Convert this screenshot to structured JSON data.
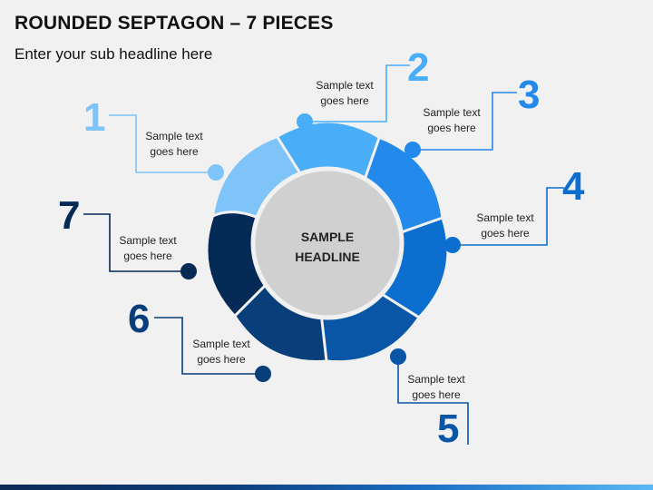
{
  "title": "ROUNDED SEPTAGON – 7 PIECES",
  "subtitle": "Enter your sub headline here",
  "center": {
    "line1": "SAMPLE",
    "line2": "HEADLINE"
  },
  "pieces": [
    {
      "number": "1",
      "line1": "Sample text",
      "line2": "goes here",
      "color": "#7ec4f8"
    },
    {
      "number": "2",
      "line1": "Sample text",
      "line2": "goes here",
      "color": "#49adf7"
    },
    {
      "number": "3",
      "line1": "Sample text",
      "line2": "goes here",
      "color": "#2389ea"
    },
    {
      "number": "4",
      "line1": "Sample text",
      "line2": "goes here",
      "color": "#0c6fd0"
    },
    {
      "number": "5",
      "line1": "Sample text",
      "line2": "goes here",
      "color": "#0a56a6"
    },
    {
      "number": "6",
      "line1": "Sample text",
      "line2": "goes here",
      "color": "#083e7a"
    },
    {
      "number": "7",
      "line1": "Sample text",
      "line2": "goes here",
      "color": "#052a55"
    }
  ]
}
